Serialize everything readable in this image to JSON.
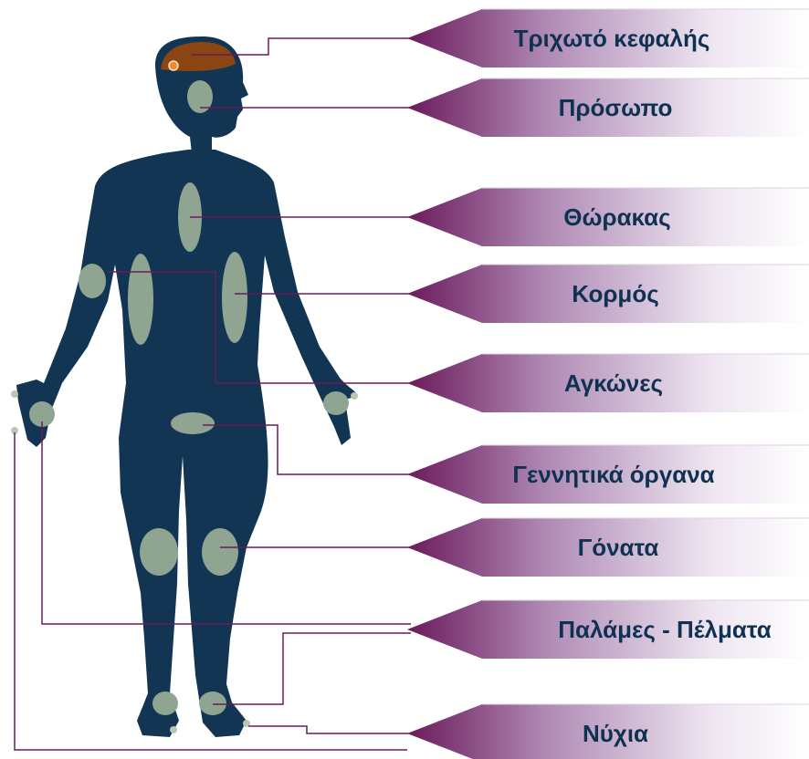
{
  "labels": [
    {
      "id": "scalp",
      "text": "Τριχωτό κεφαλής"
    },
    {
      "id": "face",
      "text": "Πρόσωπο"
    },
    {
      "id": "chest",
      "text": "Θώρακας"
    },
    {
      "id": "trunk",
      "text": "Κορμός"
    },
    {
      "id": "elbows",
      "text": "Αγκώνες"
    },
    {
      "id": "genitals",
      "text": "Γεννητικά όργανα"
    },
    {
      "id": "knees",
      "text": "Γόνατα"
    },
    {
      "id": "palms-soles",
      "text": "Παλάμες - Πέλματα"
    },
    {
      "id": "nails",
      "text": "Νύχια"
    }
  ],
  "colors": {
    "body": "#123554",
    "patch": "#8fa591",
    "scalp_patch": "#8b4513",
    "scalp_dot": "#f08a30",
    "connector": "#6b1a5a",
    "arrow_dark": "#6b1a5a",
    "arrow_light": "#ffffff",
    "label_text": "#0f3252"
  }
}
